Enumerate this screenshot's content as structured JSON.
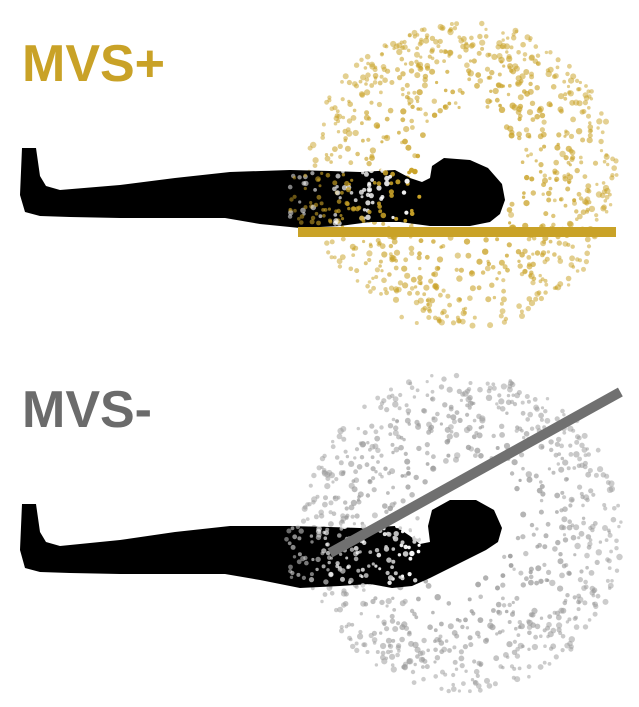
{
  "panels": [
    {
      "label": "MVS+",
      "accent_color": "#C9A227",
      "dot_color": "#C9A227",
      "bar_color": "#C9A227",
      "body_color": "#000000",
      "surface": "flat"
    },
    {
      "label": "MVS-",
      "accent_color": "#6B6B6B",
      "dot_color": "#9A9A9A",
      "bar_color": "#707070",
      "body_color": "#000000",
      "surface": "tilted"
    }
  ]
}
